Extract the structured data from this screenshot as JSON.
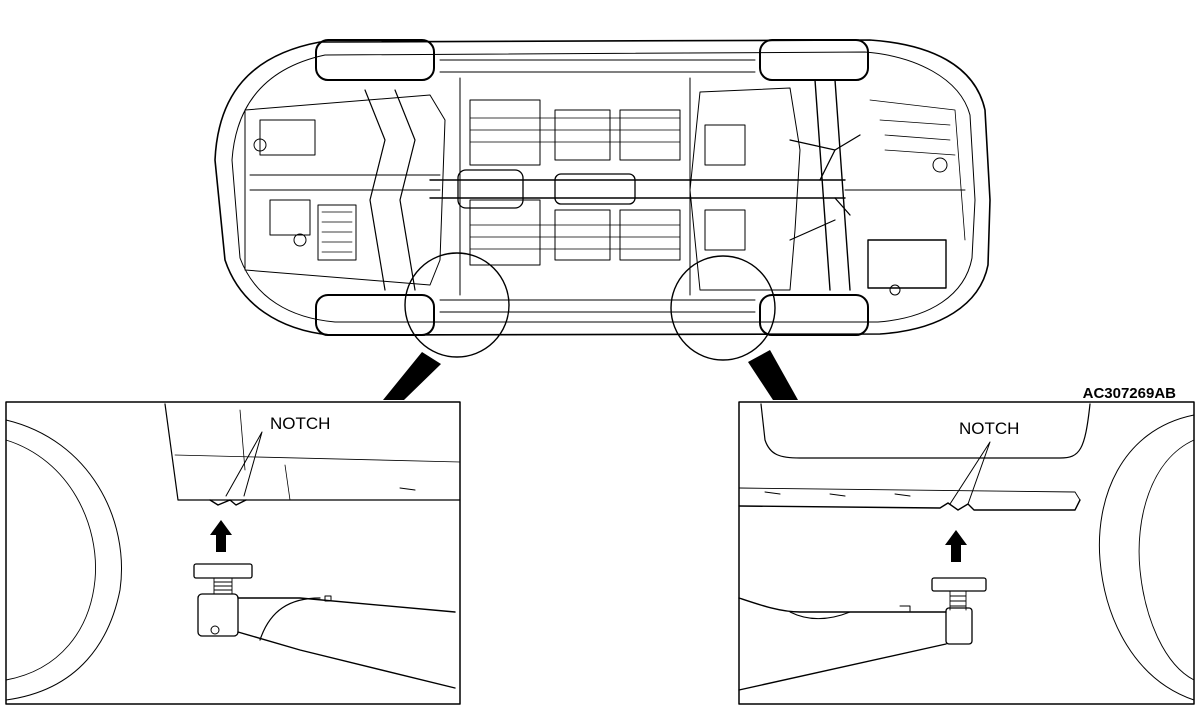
{
  "figure_code": "AC307269AB",
  "left_detail": {
    "label": "NOTCH"
  },
  "right_detail": {
    "label": "NOTCH"
  },
  "colors": {
    "line": "#000000",
    "background": "#ffffff"
  }
}
